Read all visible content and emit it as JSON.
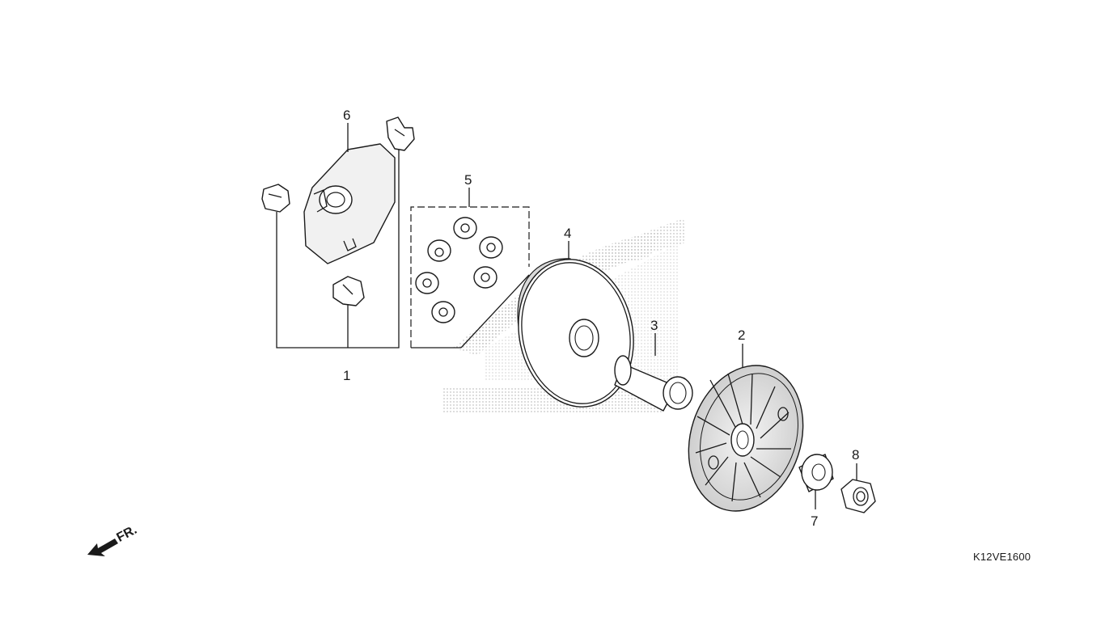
{
  "diagram": {
    "drawing_code": "K12VE1600",
    "front_marker": "FR.",
    "callouts": [
      {
        "id": "1",
        "label": "1"
      },
      {
        "id": "2",
        "label": "2"
      },
      {
        "id": "3",
        "label": "3"
      },
      {
        "id": "4",
        "label": "4"
      },
      {
        "id": "5",
        "label": "5"
      },
      {
        "id": "6",
        "label": "6"
      },
      {
        "id": "7",
        "label": "7"
      },
      {
        "id": "8",
        "label": "8"
      }
    ]
  },
  "colors": {
    "ink": "#1a1a1a",
    "background": "#ffffff",
    "watermark": "#b5b5b5"
  }
}
